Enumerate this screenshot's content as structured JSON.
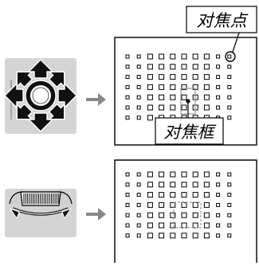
{
  "callouts": {
    "focus_point": "对焦点",
    "focus_frame": "对焦框"
  },
  "panels": [
    {
      "control": "multi-selector-icon",
      "grid": {
        "cols": 10,
        "rows": 7
      },
      "focus_frame_highlighted": true
    },
    {
      "control": "control-dial-icon",
      "grid": {
        "cols": 10,
        "rows": 7
      },
      "focus_frame_highlighted": true
    }
  ],
  "colors": {
    "control_bg": "#d4d4d4",
    "arrow": "#888888",
    "frame_border": "#000000",
    "focus_frame": "#999999"
  }
}
